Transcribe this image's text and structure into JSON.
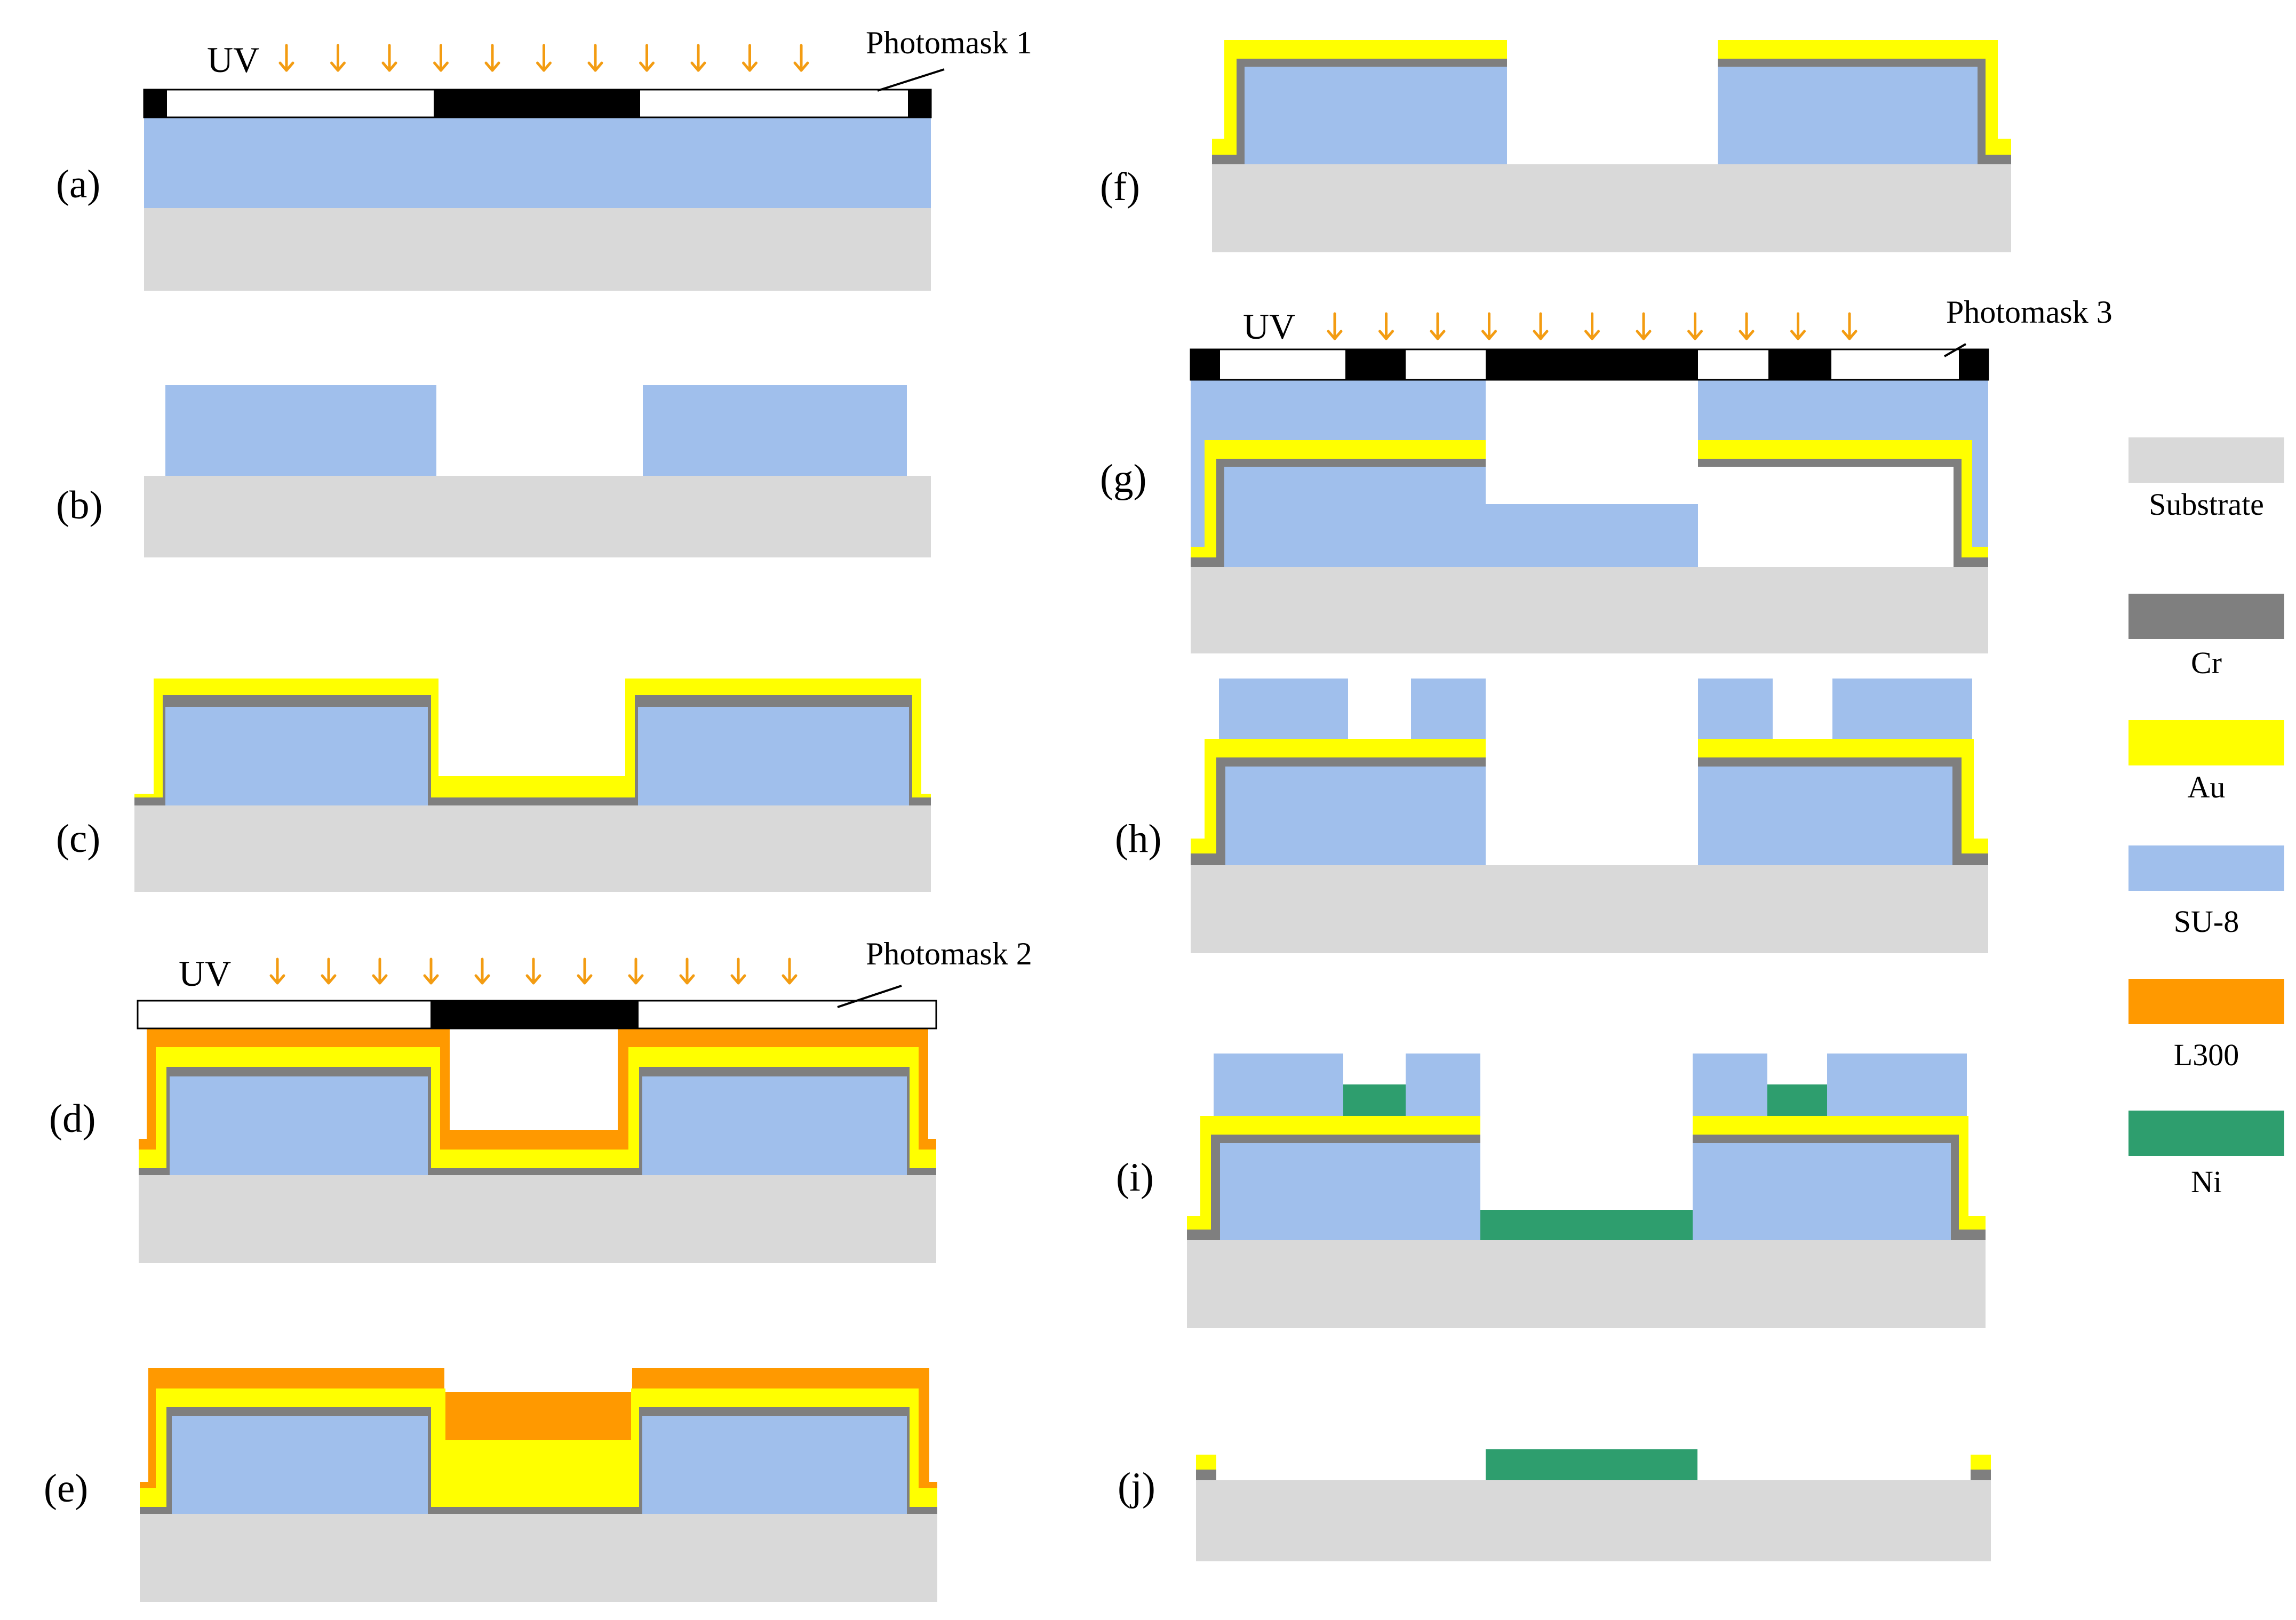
{
  "colors": {
    "substrate": "#d9d9d9",
    "cr": "#7f7f7f",
    "au": "#ffff00",
    "su8": "#a0bfec",
    "l300": "#ff9900",
    "ni": "#2e9e6e",
    "mask_opaque": "#000000",
    "mask_clear": "#ffffff",
    "uv_arrow": "#f39c12"
  },
  "panels": [
    {
      "id": "a",
      "label": "(a)"
    },
    {
      "id": "b",
      "label": "(b)"
    },
    {
      "id": "c",
      "label": "(c)"
    },
    {
      "id": "d",
      "label": "(d)"
    },
    {
      "id": "e",
      "label": "(e)"
    },
    {
      "id": "f",
      "label": "(f)"
    },
    {
      "id": "g",
      "label": "(g)"
    },
    {
      "id": "h",
      "label": "(h)"
    },
    {
      "id": "i",
      "label": "(i)"
    },
    {
      "id": "j",
      "label": "(j)"
    }
  ],
  "uv_label": "UV",
  "photomasks": [
    "Photomask 1",
    "Photomask 2",
    "Photomask 3"
  ],
  "legend": [
    {
      "key": "substrate",
      "label": "Substrate"
    },
    {
      "key": "cr",
      "label": "Cr"
    },
    {
      "key": "au",
      "label": "Au"
    },
    {
      "key": "su8",
      "label": "SU-8"
    },
    {
      "key": "l300",
      "label": "L300"
    },
    {
      "key": "ni",
      "label": "Ni"
    }
  ]
}
